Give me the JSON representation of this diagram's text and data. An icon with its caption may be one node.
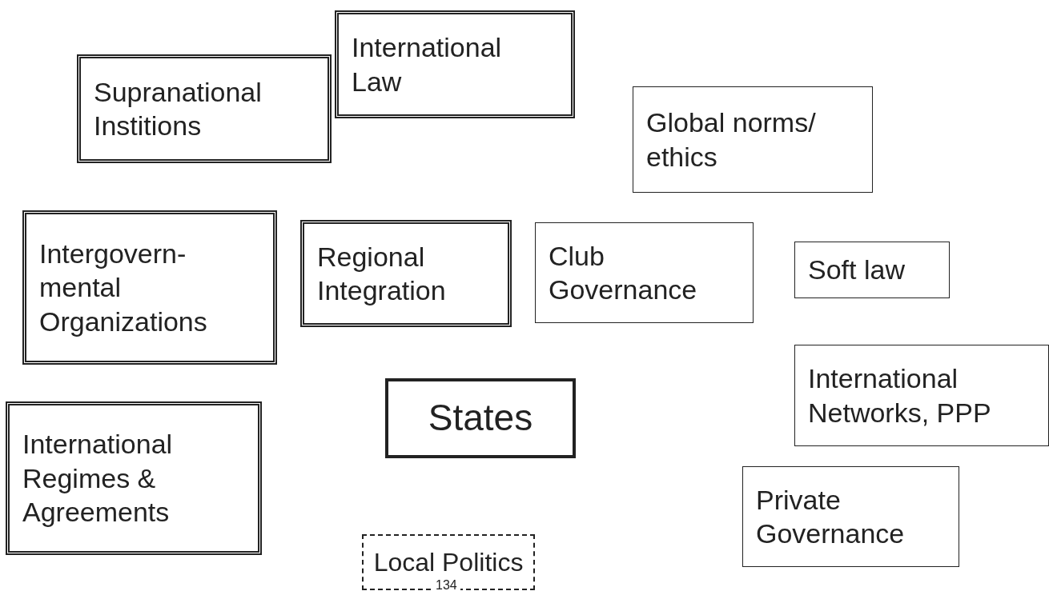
{
  "diagram": {
    "nodes": [
      {
        "text": [
          "Supranational Institions"
        ]
      },
      {
        "text": [
          "International Law"
        ]
      },
      {
        "text": [
          "Global norms/ ethics"
        ]
      },
      {
        "text": [
          "Intergovern- mental Organizations"
        ]
      },
      {
        "text": [
          "Regional Integration"
        ]
      },
      {
        "text": [
          "Club Governance"
        ]
      },
      {
        "text": [
          "Soft law"
        ]
      },
      {
        "text": [
          "States"
        ]
      },
      {
        "text": [
          "International Networks, PPP"
        ]
      },
      {
        "text": [
          "International Regimes & Agreements"
        ]
      },
      {
        "text": [
          "Private Governance"
        ]
      },
      {
        "text": [
          "Local Politics"
        ]
      }
    ],
    "labels": [
      "134"
    ]
  }
}
